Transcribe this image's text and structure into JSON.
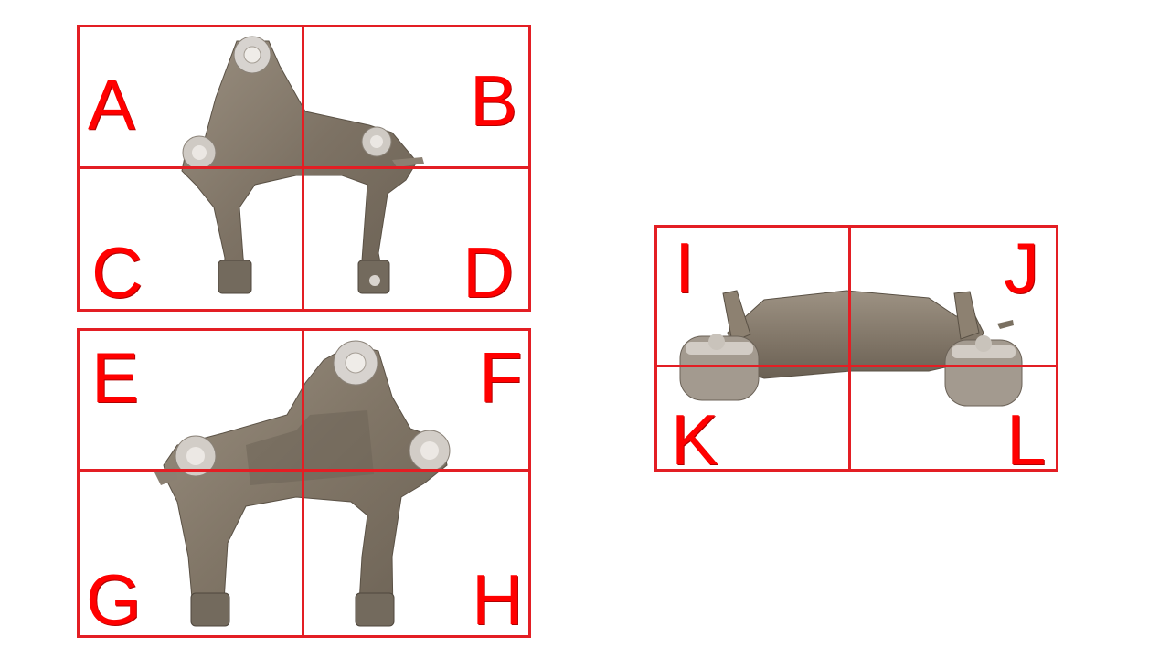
{
  "colors": {
    "grid_line": "#e31e24",
    "label": "#ff0000",
    "part_metal": "#8d8171",
    "part_bushing": "#d7d3cf"
  },
  "icons": [
    "bracket-front-view-image",
    "bracket-rear-view-image",
    "bracket-top-view-image"
  ],
  "views": {
    "front": {
      "labels": {
        "tl": "A",
        "tr": "B",
        "bl": "C",
        "br": "D"
      }
    },
    "rear": {
      "labels": {
        "tl": "E",
        "tr": "F",
        "bl": "G",
        "br": "H"
      }
    },
    "top": {
      "labels": {
        "tl": "I",
        "tr": "J",
        "bl": "K",
        "br": "L"
      }
    }
  }
}
